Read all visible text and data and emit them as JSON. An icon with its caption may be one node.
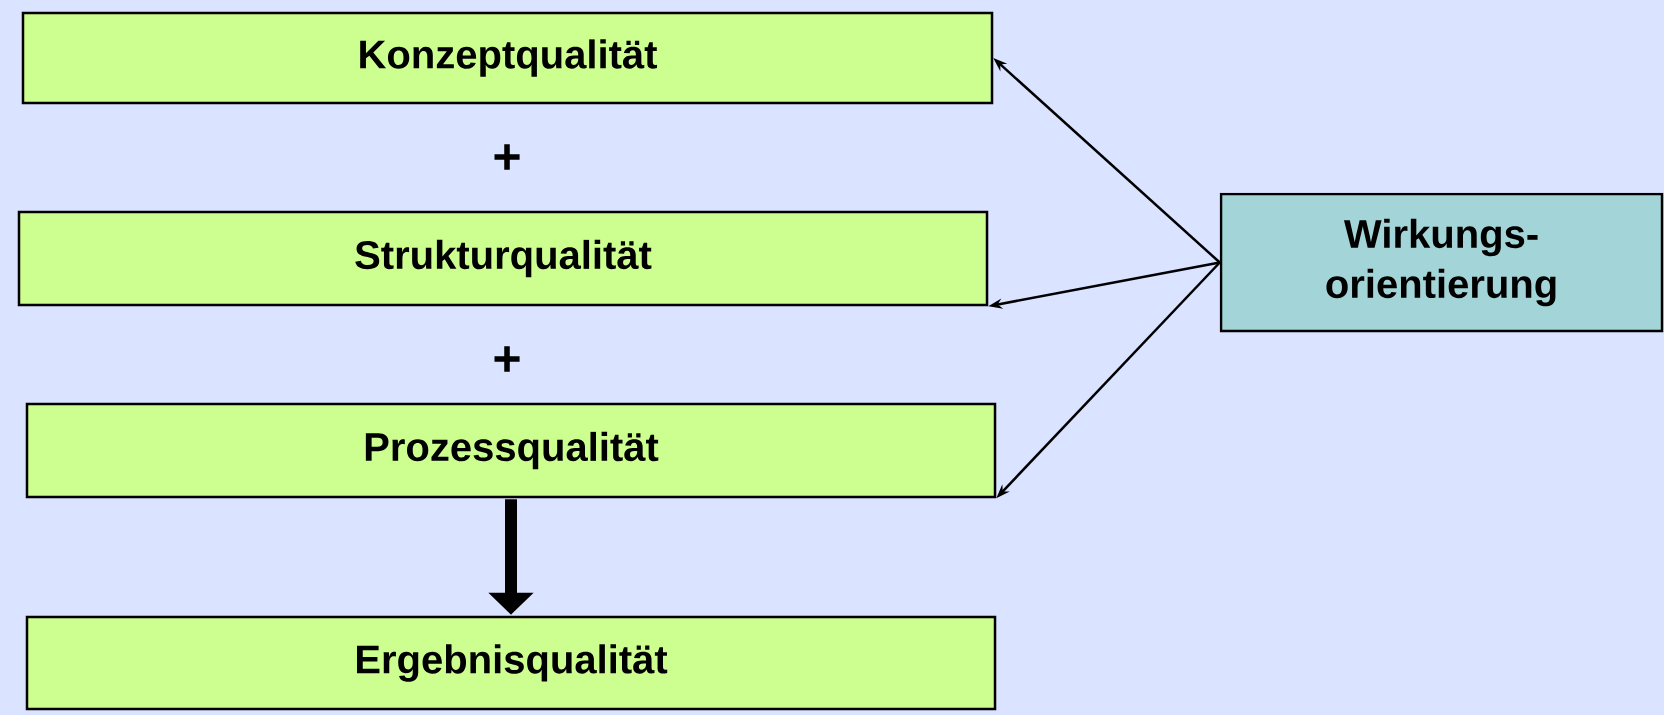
{
  "diagram": {
    "nodes": [
      {
        "text": [
          "Konzeptqualität"
        ]
      },
      {
        "text": [
          "Strukturqualität"
        ]
      },
      {
        "text": [
          "Prozessqualität"
        ]
      },
      {
        "text": [
          "Ergebnisqualität"
        ]
      },
      {
        "text": [
          "Wirkungs- orientierung"
        ]
      }
    ],
    "edges": [
      {
        "from": 4,
        "to": 0,
        "arrow": "to"
      },
      {
        "from": 4,
        "to": 1,
        "arrow": "to"
      },
      {
        "from": 4,
        "to": 2,
        "arrow": "to"
      },
      {
        "from": 2,
        "to": 3,
        "arrow": "to",
        "style": "thick"
      }
    ],
    "labels": [
      "+",
      "+"
    ]
  }
}
